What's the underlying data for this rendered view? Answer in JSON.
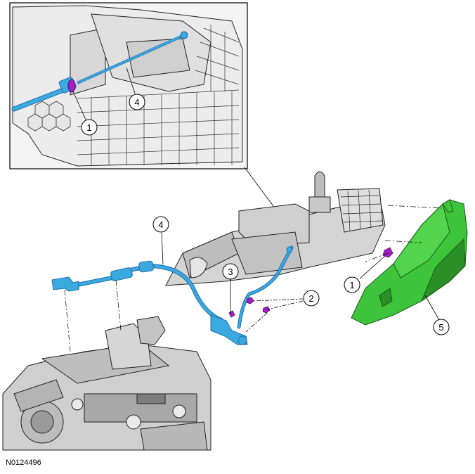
{
  "figure_id": "N0124496",
  "callouts": [
    "1",
    "4",
    "3",
    "1",
    "2",
    "5",
    "4"
  ],
  "colors": {
    "cable": "#3aa9e0",
    "cable_dark": "#1f6fa8",
    "clip": "#a020c0",
    "trim_panel": "#3ec43a",
    "trim_panel_dark": "#2a8f26",
    "part_gray": "#d0d0d0",
    "line": "#000000"
  }
}
